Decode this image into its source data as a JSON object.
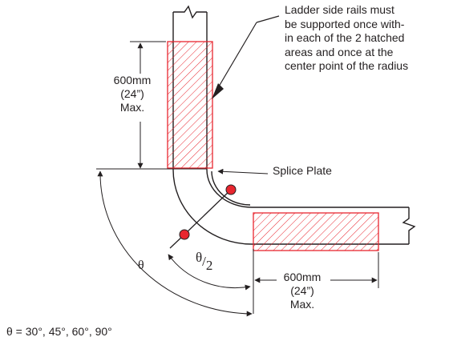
{
  "colors": {
    "line": "#231f20",
    "hatch": "#e8262f"
  },
  "callout_note": {
    "lines": [
      "Ladder side rails must",
      "be supported once with-",
      "in each of the 2 hatched",
      "areas and once at the",
      "center point of the radius"
    ]
  },
  "vertical_dimension": {
    "value": "600mm",
    "imperial": "(24”)",
    "qualifier": "Max."
  },
  "horizontal_dimension": {
    "value": "600mm",
    "imperial": "(24”)",
    "qualifier": "Max."
  },
  "splice_plate_label": "Splice Plate",
  "theta_label": "θ",
  "half_theta": {
    "numerator": "θ",
    "denominator": "2"
  },
  "angle_list": "θ = 30°, 45°, 60°, 90°"
}
